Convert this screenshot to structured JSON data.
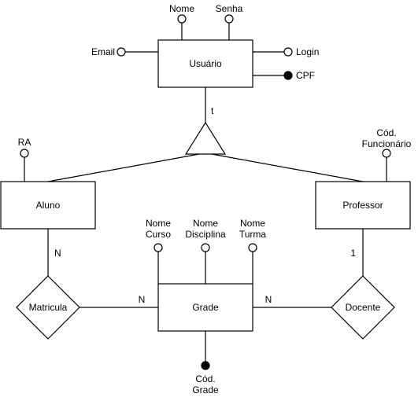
{
  "diagram": {
    "entities": {
      "usuario": "Usuário",
      "aluno": "Aluno",
      "professor": "Professor",
      "grade": "Grade"
    },
    "relationships": {
      "matricula": "Matricula",
      "docente": "Docente"
    },
    "specialization": {
      "label": "t"
    },
    "attributes": {
      "usuario_nome": "Nome",
      "usuario_senha": "Senha",
      "usuario_email": "Email",
      "usuario_login": "Login",
      "usuario_cpf": "CPF",
      "aluno_ra": "RA",
      "professor_cod_line1": "Cód.",
      "professor_cod_line2": "Funcionário",
      "grade_nome_curso_line1": "Nome",
      "grade_nome_curso_line2": "Curso",
      "grade_nome_disciplina_line1": "Nome",
      "grade_nome_disciplina_line2": "Disciplina",
      "grade_nome_turma_line1": "Nome",
      "grade_nome_turma_line2": "Turma",
      "grade_cod_line1": "Cód.",
      "grade_cod_line2": "Grade"
    },
    "cardinalities": {
      "aluno_matricula": "N",
      "matricula_grade": "N",
      "grade_docente": "N",
      "professor_docente": "1"
    }
  }
}
